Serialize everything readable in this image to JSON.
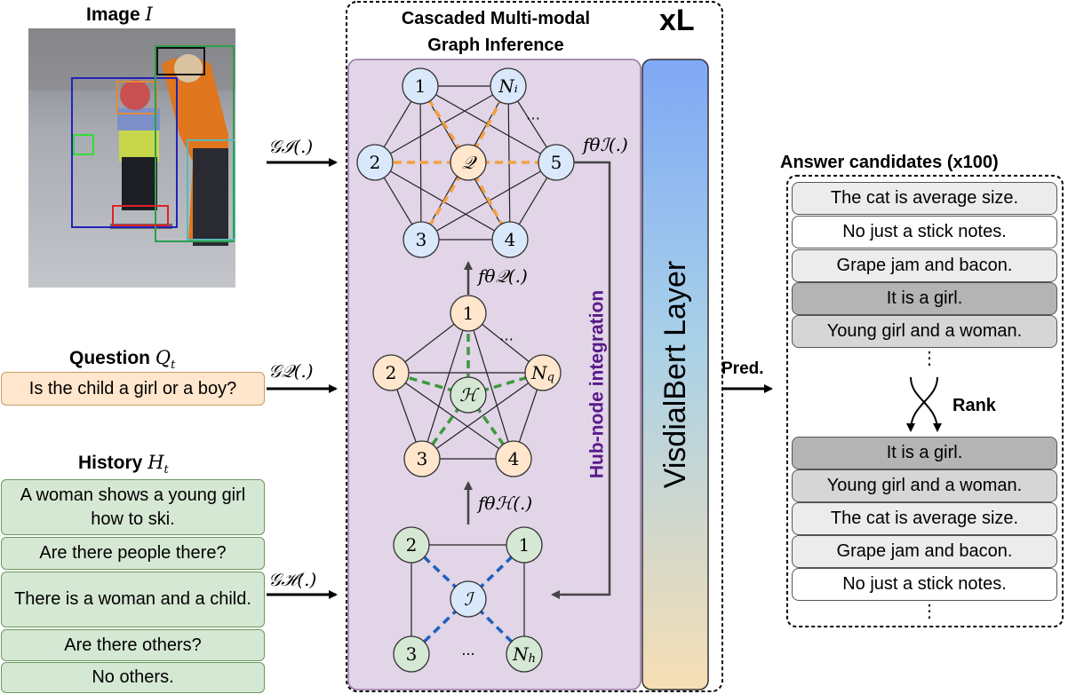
{
  "image": {
    "title_text": "Image",
    "title_symbol": "I"
  },
  "question": {
    "title_text": "Question",
    "title_symbol": "Q",
    "title_sub": "t",
    "text": "Is the child a girl or a boy?"
  },
  "history": {
    "title_text": "History",
    "title_symbol": "H",
    "title_sub": "t",
    "items": [
      "A woman shows a young girl how to ski.",
      "Are there people there?",
      "There is a woman and a child.",
      "Are there others?",
      "No others."
    ]
  },
  "inputs": {
    "g_image": "𝒢ℐ(.)",
    "g_question": "𝒢𝒬(.)",
    "g_history": "𝒢ℋ(.)"
  },
  "inference": {
    "title_line1": "Cascaded Multi-modal",
    "title_line2": "Graph Inference",
    "repeat": "xL",
    "hub_label": "Hub-node integration",
    "f_image": "fθℐ(.)",
    "f_question": "fθ𝒬(.)",
    "f_history": "fθℋ(.)"
  },
  "graph_image": {
    "hub": "𝒬",
    "nodes": [
      "1",
      "Nᵢ",
      "5",
      "4",
      "3",
      "2"
    ],
    "ellipsis": "⋯"
  },
  "graph_question": {
    "hub": "ℋ",
    "nodes": [
      "1",
      "N_q",
      "4",
      "3",
      "2"
    ],
    "ellipsis": "⋯"
  },
  "graph_history": {
    "hub": "ℐ",
    "nodes": [
      "2",
      "1",
      "3",
      "N_h"
    ],
    "ellipsis": "···"
  },
  "visdial_layer": "VisdialBert Layer",
  "pred_label": "Pred.",
  "answers": {
    "title": "Answer candidates (x100)",
    "rank_label": "Rank",
    "before": [
      "The cat is average size.",
      "No just a stick notes.",
      "Grape jam and bacon.",
      "It is a girl.",
      "Young girl and a woman."
    ],
    "after": [
      "It is a girl.",
      "Young girl and a woman.",
      "The cat is average size.",
      "Grape jam and bacon.",
      "No just a stick notes."
    ],
    "dots": "⋮"
  },
  "colors": {
    "history_fill": "#d5e8d4",
    "question_fill": "#ffe6cc",
    "node_blue": "#dae8fc",
    "node_orange": "#ffe6cc",
    "node_green": "#d5e8d4",
    "graph_panel": "#e1d5e7",
    "edge_orange": "#f5a040",
    "edge_green": "#3c9a3c",
    "edge_blue": "#1f5fbf",
    "hub_label": "#5a1a8a"
  }
}
